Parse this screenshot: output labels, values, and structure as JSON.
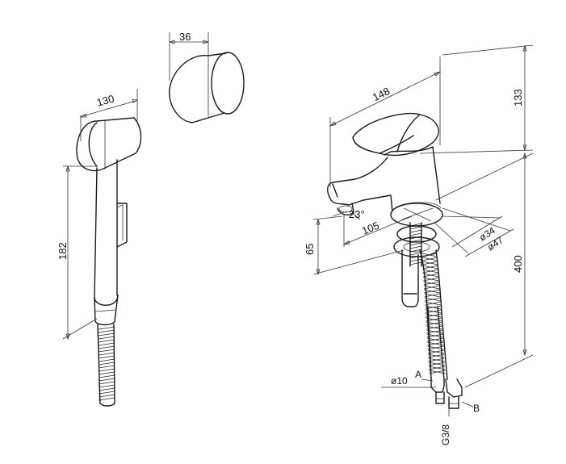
{
  "dimensions": {
    "cap_width": "36",
    "handset_head_width": "130",
    "handset_height": "182",
    "faucet_length": "148",
    "faucet_top_height": "133",
    "spout_angle": "23°",
    "spout_reach": "105",
    "base_diameter_inner": "ø34",
    "base_diameter_outer": "ø47",
    "spout_height": "65",
    "supply_length": "400",
    "hose_diameter": "ø10"
  },
  "callouts": {
    "hose_a": "A",
    "hose_b": "B",
    "thread": "G3/8"
  }
}
